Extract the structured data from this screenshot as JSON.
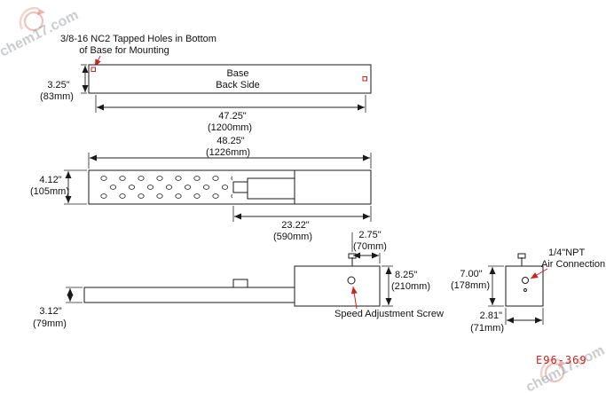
{
  "watermark": {
    "text": "chem17.com"
  },
  "drawing_number": "E96-369",
  "colors": {
    "line_black": "#1a1a1a",
    "accent_red": "#cc2222",
    "watermark_gray": "#8a8f94"
  },
  "top_view": {
    "note_line1": "3/8-16 NC2 Tapped Holes in Bottom",
    "note_line2": "of Base for Mounting",
    "label_line1": "Base",
    "label_line2": "Back Side",
    "height_in": "3.25\"",
    "height_mm": "(83mm)",
    "width_in": "47.25\"",
    "width_mm": "(1200mm)"
  },
  "plan_view": {
    "width_in": "48.25\"",
    "width_mm": "(1226mm)",
    "height_in": "4.12\"",
    "height_mm": "(105mm)",
    "drive_length_in": "23.22\"",
    "drive_length_mm": "(590mm)"
  },
  "side_view": {
    "tray_height_in": "3.12\"",
    "tray_height_mm": "(79mm)",
    "screw_offset_in": "2.75\"",
    "screw_offset_mm": "(70mm)",
    "drive_height_in": "8.25\"",
    "drive_height_mm": "(210mm)",
    "screw_label": "Speed Adjustment Screw"
  },
  "end_view": {
    "height_in": "7.00\"",
    "height_mm": "(178mm)",
    "width_in": "2.81\"",
    "width_mm": "(71mm)",
    "air_label_line1": "1/4\"NPT",
    "air_label_line2": "Air Connection"
  }
}
